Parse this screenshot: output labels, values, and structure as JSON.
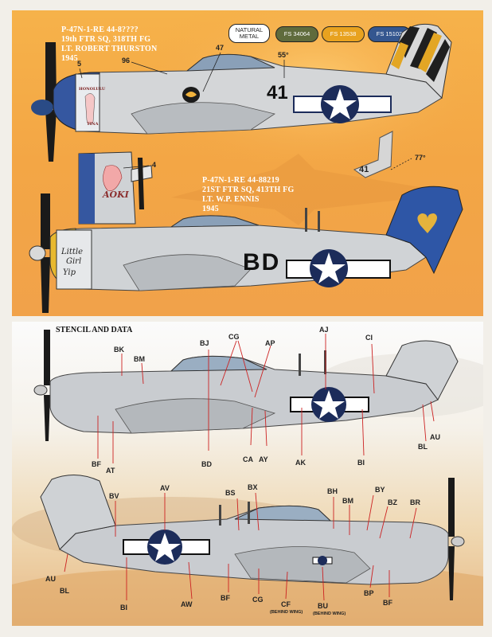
{
  "swatches": [
    {
      "label": "NATURAL METAL",
      "color": "#ffffff",
      "text_color": "#222222"
    },
    {
      "label": "FS 34064",
      "color": "#5f6b3c",
      "text_color": "#ffffff"
    },
    {
      "label": "FS 13538",
      "color": "#e8a21f",
      "text_color": "#ffffff"
    },
    {
      "label": "FS 15102",
      "color": "#34568f",
      "text_color": "#ffffff"
    }
  ],
  "aircraft1": {
    "line1": "P-47N-1-RE 44-8????",
    "line2": "19th FTR SQ, 318TH FG",
    "line3": "LT. ROBERT THURSTON",
    "line4": "1945",
    "code": "41",
    "nose_art_top": "HONOLULU",
    "nose_art_bottom": "TINA",
    "callouts": {
      "c5": "5",
      "c96": "96",
      "c47": "47",
      "c55": "55°",
      "c4": "4",
      "c77": "77°"
    },
    "small_code": "41",
    "side_nose_art": "AOKI"
  },
  "aircraft2": {
    "line1": "P-47N-1-RE 44-88219",
    "line2": "21ST FTR SQ, 413TH FG",
    "line3": "LT. W.P. ENNIS",
    "line4": "1945",
    "code": "BD",
    "nose_art_1": "Little",
    "nose_art_2": "Girl",
    "nose_art_3": "Yip"
  },
  "stencil": {
    "title": "STENCIL AND DATA",
    "labels_upper": [
      "BK",
      "BM",
      "BJ",
      "CG",
      "AP",
      "AJ",
      "CI",
      "AU",
      "BL",
      "BF",
      "AT",
      "BD",
      "CA",
      "AY",
      "AK",
      "BI"
    ],
    "labels_lower": [
      "AV",
      "BV",
      "BS",
      "BX",
      "BH",
      "BM",
      "BY",
      "BZ",
      "BR",
      "AU",
      "BL",
      "BI",
      "AW",
      "BF",
      "CG",
      "CF",
      "BU",
      "BP",
      "BF"
    ],
    "behind_wing_1": "(BEHIND WING)",
    "behind_wing_2": "(BEHIND WING)"
  }
}
